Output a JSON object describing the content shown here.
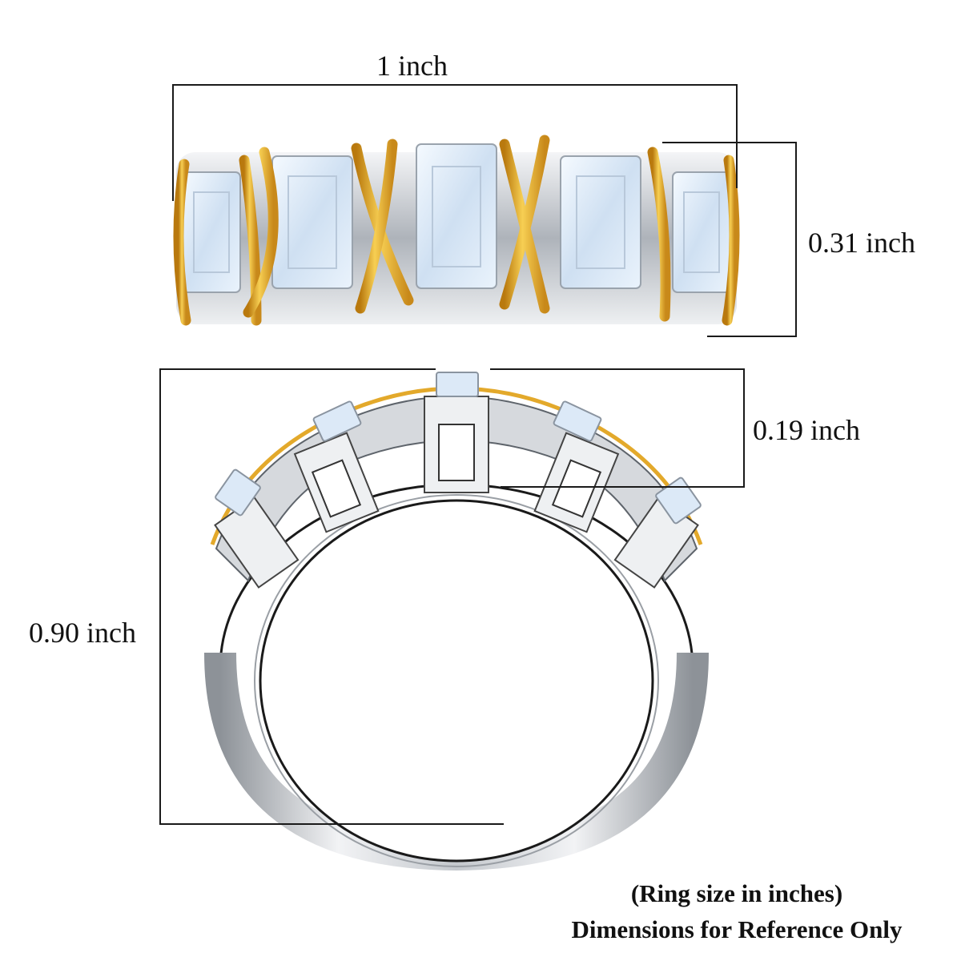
{
  "figure": {
    "title": "Ring dimensions diagram",
    "views": [
      "top-view",
      "side-view"
    ]
  },
  "dimensions": {
    "width": {
      "label": "1 inch",
      "value": 1,
      "unit": "inch"
    },
    "band_width_top": {
      "label": "0.31 inch",
      "value": 0.31,
      "unit": "inch"
    },
    "setting_height": {
      "label": "0.19 inch",
      "value": 0.19,
      "unit": "inch"
    },
    "total_height": {
      "label": "0.90 inch",
      "value": 0.9,
      "unit": "inch"
    }
  },
  "notes": {
    "line1": "(Ring size in inches)",
    "line2": "Dimensions for Reference Only"
  },
  "colors": {
    "gold": "#e3a92b",
    "silver": "#c9ccd1",
    "stone": "#dce9f7",
    "line": "#1a1a1a"
  },
  "stones": {
    "top_view_count": 5,
    "side_view_count": 5,
    "cut": "emerald"
  }
}
